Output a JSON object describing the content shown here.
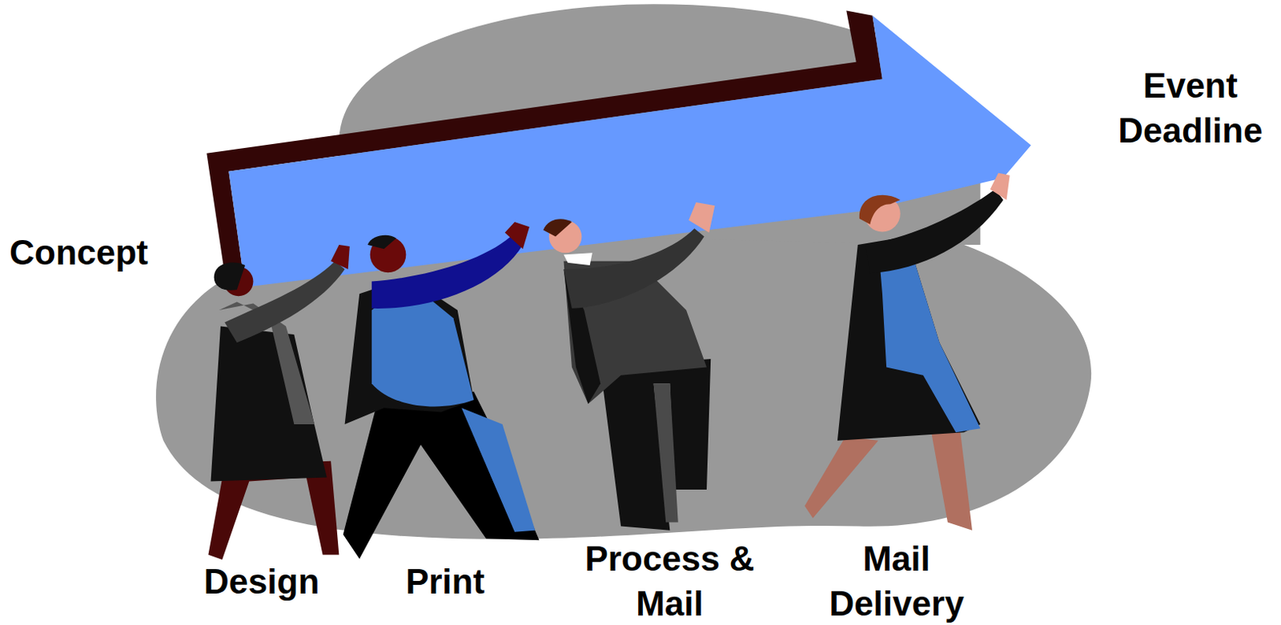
{
  "diagram": {
    "labels": [
      "Concept",
      "Event Deadline",
      "Design",
      "Print",
      "Process & Mail",
      "Mail Delivery"
    ]
  }
}
